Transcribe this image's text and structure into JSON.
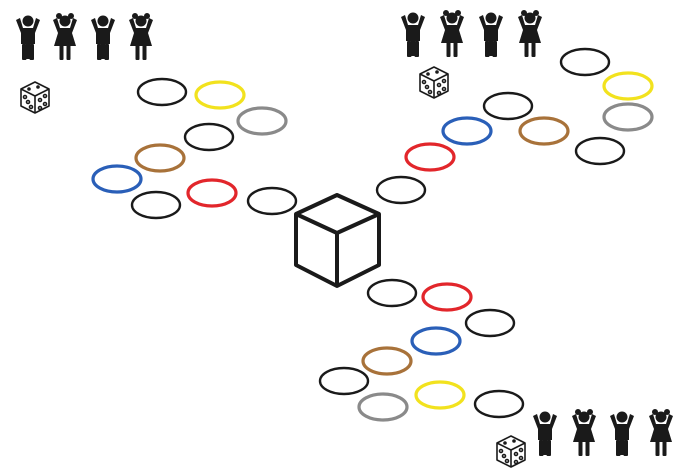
{
  "colors": {
    "black": "#1a1a1a",
    "yellow": "#f2e21e",
    "grey": "#8a8a8a",
    "brown": "#a8723a",
    "blue": "#2a5fb8",
    "red": "#e2262b",
    "white": "#ffffff"
  },
  "center": {
    "icon": "cube-icon"
  },
  "groups": [
    {
      "name": "top-left",
      "players": [
        "boy-icon",
        "girl-icon",
        "boy-icon",
        "girl-icon"
      ],
      "die": "die-icon",
      "rings": [
        "black",
        "yellow",
        "grey",
        "black",
        "brown",
        "blue",
        "black",
        "red",
        "black"
      ]
    },
    {
      "name": "top-right",
      "players": [
        "boy-icon",
        "girl-icon",
        "boy-icon",
        "girl-icon"
      ],
      "die": "die-icon",
      "rings": [
        "black",
        "yellow",
        "grey",
        "black",
        "brown",
        "blue",
        "black",
        "red",
        "black"
      ]
    },
    {
      "name": "bottom",
      "players": [
        "boy-icon",
        "girl-icon",
        "boy-icon",
        "girl-icon"
      ],
      "die": "die-icon",
      "rings": [
        "black",
        "red",
        "black",
        "blue",
        "brown",
        "black",
        "grey",
        "yellow",
        "black"
      ]
    }
  ]
}
